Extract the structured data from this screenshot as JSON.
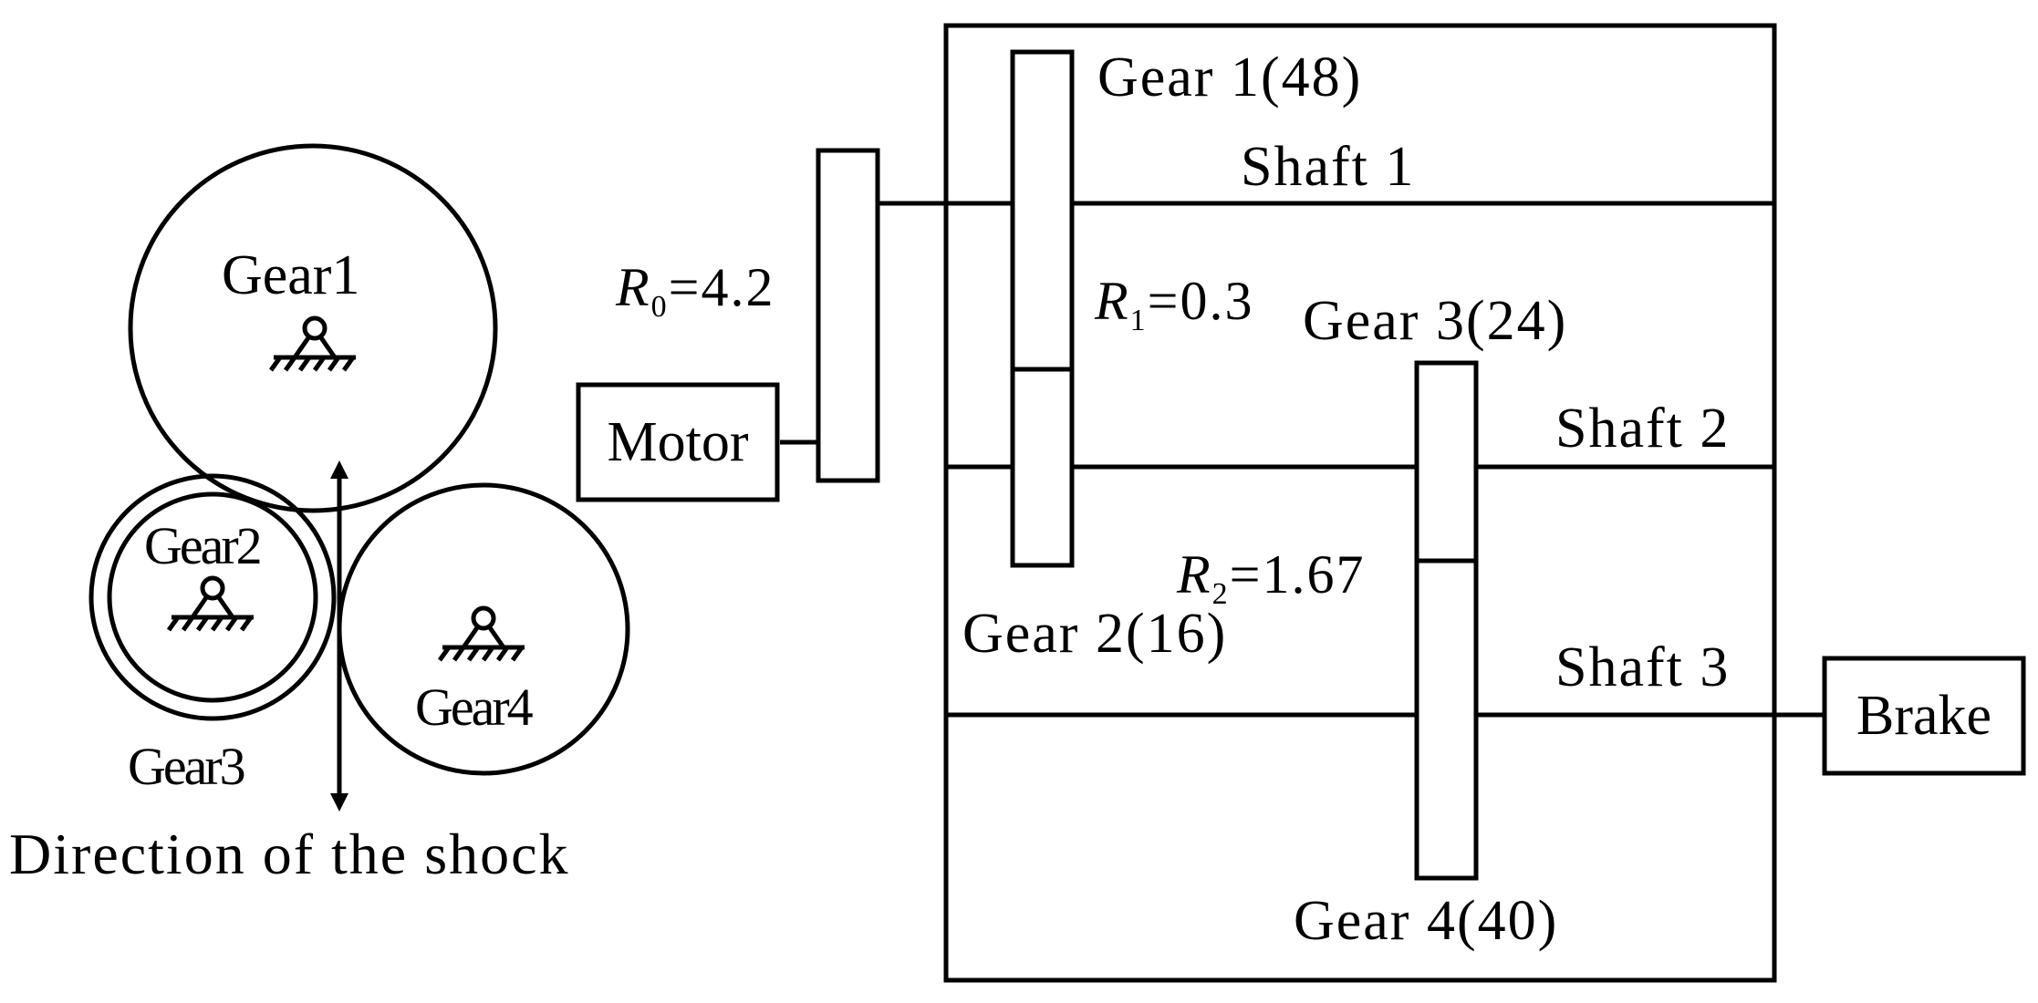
{
  "left_diagram": {
    "gear1_label": "Gear1",
    "gear2_label": "Gear2",
    "gear3_label": "Gear3",
    "gear4_label": "Gear4",
    "shock_caption": "Direction of the shock"
  },
  "right_diagram": {
    "motor_label": "Motor",
    "brake_label": "Brake",
    "gear1_label": "Gear 1(48)",
    "gear2_label": "Gear 2(16)",
    "gear3_label": "Gear 3(24)",
    "gear4_label": "Gear 4(40)",
    "shaft1_label": "Shaft 1",
    "shaft2_label": "Shaft 2",
    "shaft3_label": "Shaft 3",
    "r0": {
      "symbol": "R",
      "sub": "0",
      "value": "=4.2"
    },
    "r1": {
      "symbol": "R",
      "sub": "1",
      "value": "=0.3"
    },
    "r2": {
      "symbol": "R",
      "sub": "2",
      "value": "=1.67"
    }
  }
}
